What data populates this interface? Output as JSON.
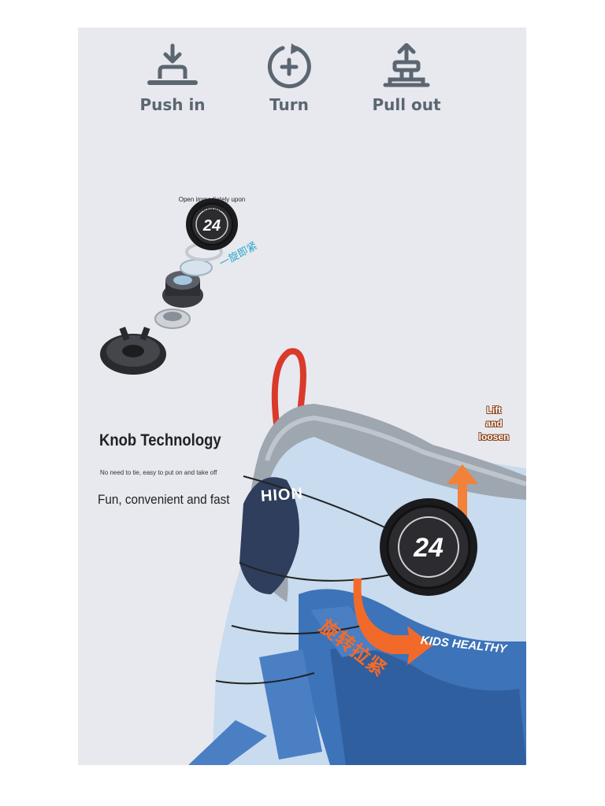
{
  "steps": [
    {
      "label": "Push in",
      "icon": "push-in-icon"
    },
    {
      "label": "Turn",
      "icon": "turn-icon"
    },
    {
      "label": "Pull out",
      "icon": "pull-out-icon"
    }
  ],
  "knob_note": "Open immediately upon withdrawal",
  "knob_number": "24",
  "cn_rotate_tighten_1": "一旋即紧",
  "heading": "Knob Technology",
  "subheading": "No need to tie, easy to put on and take off",
  "tagline": "Fun, convenient and fast",
  "lift_label": [
    "Lift",
    "and",
    "loosen"
  ],
  "cn_rotate_tighten_2": "旋转拉紧",
  "shoe_strap_text": "KIDS HEALTHY",
  "shoe_side_text": "HION",
  "colors": {
    "background": "#e7e9ef",
    "icon_gray": "#5c6670",
    "accent_orange": "#f26a2a",
    "accent_cyan": "#2aa7c9",
    "shoe_blue": "#3d73b8",
    "shoe_light": "#c9dbee"
  }
}
